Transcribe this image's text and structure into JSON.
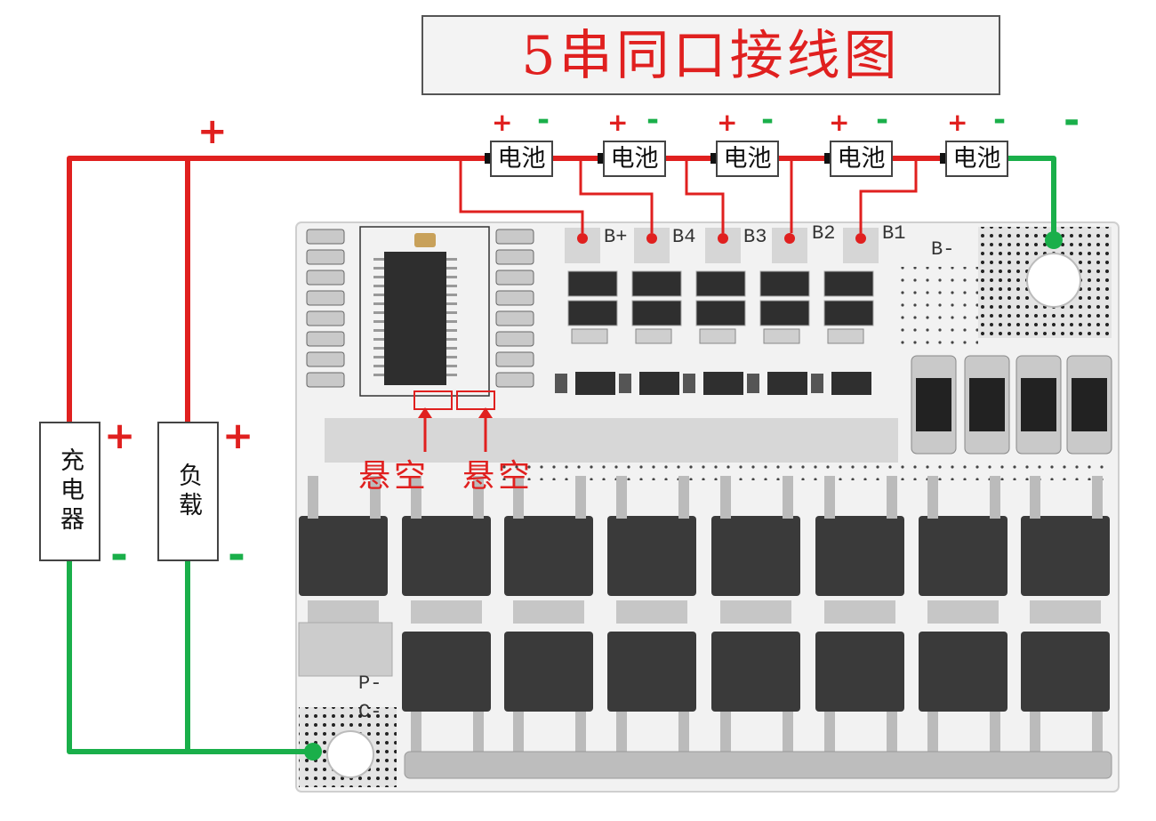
{
  "title": "5串同口接线图",
  "battery_label": "电池",
  "batteries": [
    "电池",
    "电池",
    "电池",
    "电池",
    "电池"
  ],
  "plus_sign": "+",
  "minus_sign": "-",
  "charger_label": "充电器",
  "load_label": "负载",
  "float_labels": [
    "悬空",
    "悬空"
  ],
  "pcb_pads": [
    "B+",
    "B4",
    "B3",
    "B2",
    "B1",
    "B-"
  ],
  "pcb_outputs": [
    "P-",
    "C-"
  ],
  "colors": {
    "positive_wire": "#e0201f",
    "negative_wire": "#1aaf4a",
    "board": "#f2f2f2",
    "mosfet": "#3a3a3a",
    "title_text": "#e0201f"
  }
}
